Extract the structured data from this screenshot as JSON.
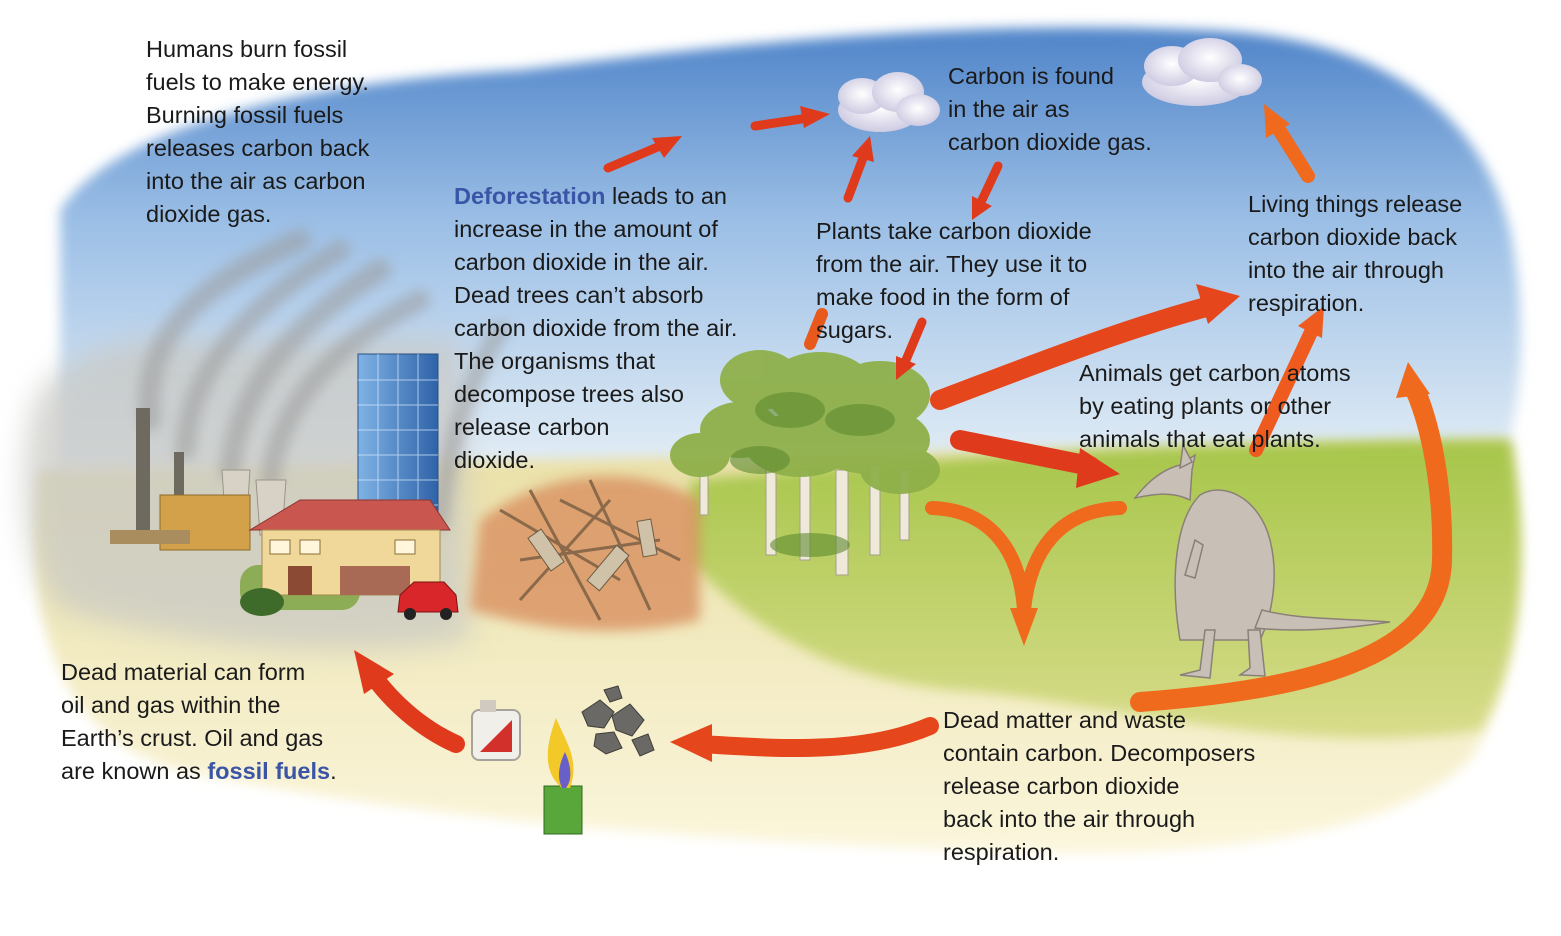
{
  "labels": {
    "fossil_burn": [
      "Humans burn fossil",
      "fuels to make energy.",
      "Burning fossil fuels",
      "releases carbon back",
      "into the air as carbon",
      "dioxide gas."
    ],
    "deforestation": {
      "term": "Deforestation",
      "first_rest": " leads to an",
      "lines": [
        "increase in the amount of",
        "carbon dioxide in the air.",
        "Dead trees can’t absorb",
        "carbon dioxide from the air.",
        "The organisms that",
        "decompose trees also",
        "release carbon",
        "dioxide."
      ]
    },
    "air": [
      "Carbon is found",
      "in the air as",
      "carbon dioxide gas."
    ],
    "plants": [
      "Plants take carbon dioxide",
      "from the air. They use it to",
      "make food in the form of",
      "sugars."
    ],
    "respiration": [
      "Living things release",
      "carbon dioxide back",
      "into the air through",
      "respiration."
    ],
    "animals": [
      "Animals get carbon atoms",
      "by eating plants or other",
      "animals that eat plants."
    ],
    "fossil_form": {
      "lines": [
        "Dead material can form",
        "oil and gas within the",
        "Earth’s crust. Oil and gas"
      ],
      "last_prefix": "are known as ",
      "term": "fossil fuels",
      "last_suffix": "."
    },
    "decomposers": [
      "Dead matter and waste",
      "contain carbon. Decomposers",
      "release carbon dioxide",
      "back into the air through",
      "respiration."
    ]
  },
  "colors": {
    "arrow_red": "#e03a1c",
    "arrow_orange": "#f06a1e",
    "sky": "#7fa9dc",
    "grass": "#a9c84e",
    "highlight_text": "#3b55a6"
  }
}
